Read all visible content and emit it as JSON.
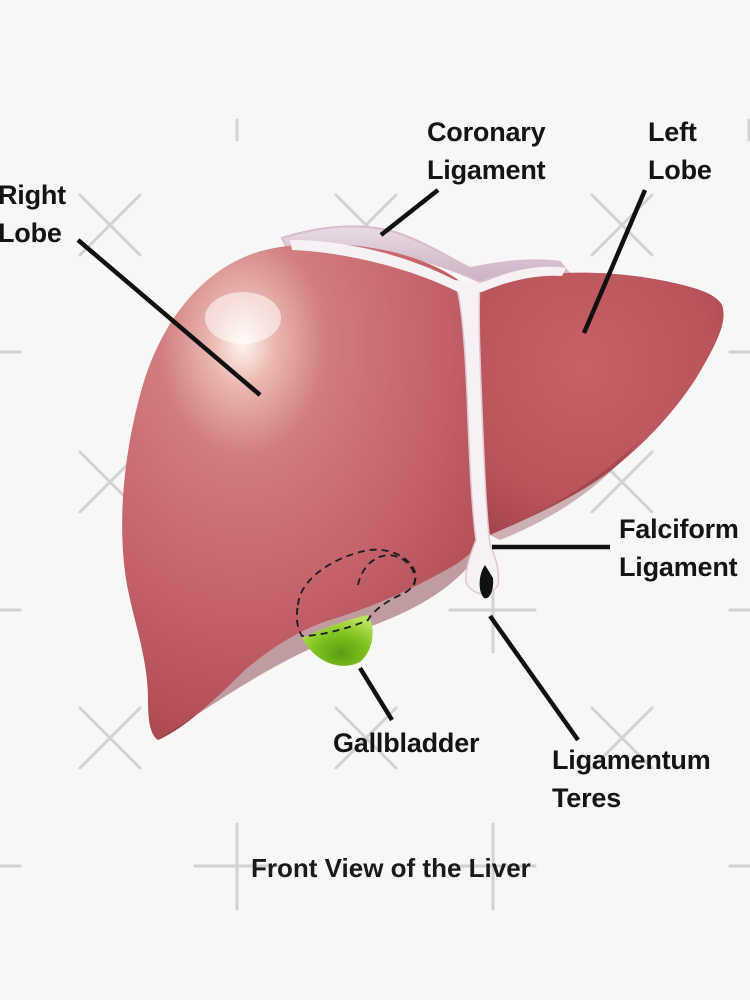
{
  "diagram": {
    "caption": "Front View of the Liver",
    "labels": {
      "right_lobe": "Right\nLobe",
      "coronary_ligament": "Coronary\nLigament",
      "left_lobe": "Left\nLobe",
      "falciform_ligament": "Falciform\nLigament",
      "gallbladder": "Gallbladder",
      "ligamentum_teres": "Ligamentum\nTeres"
    },
    "colors": {
      "background": "#f7f7f7",
      "liver": "#b84f56",
      "liver_highlight": "#f4d9cf",
      "ligament": "#f3eef1",
      "ligament_shadow": "#d7bccb",
      "gallbladder": "#7fc41f",
      "leader_line": "#111111",
      "watermark": "#d2d2d2"
    },
    "watermark_icons": [
      "plus-mark-icon",
      "x-mark-icon"
    ]
  }
}
